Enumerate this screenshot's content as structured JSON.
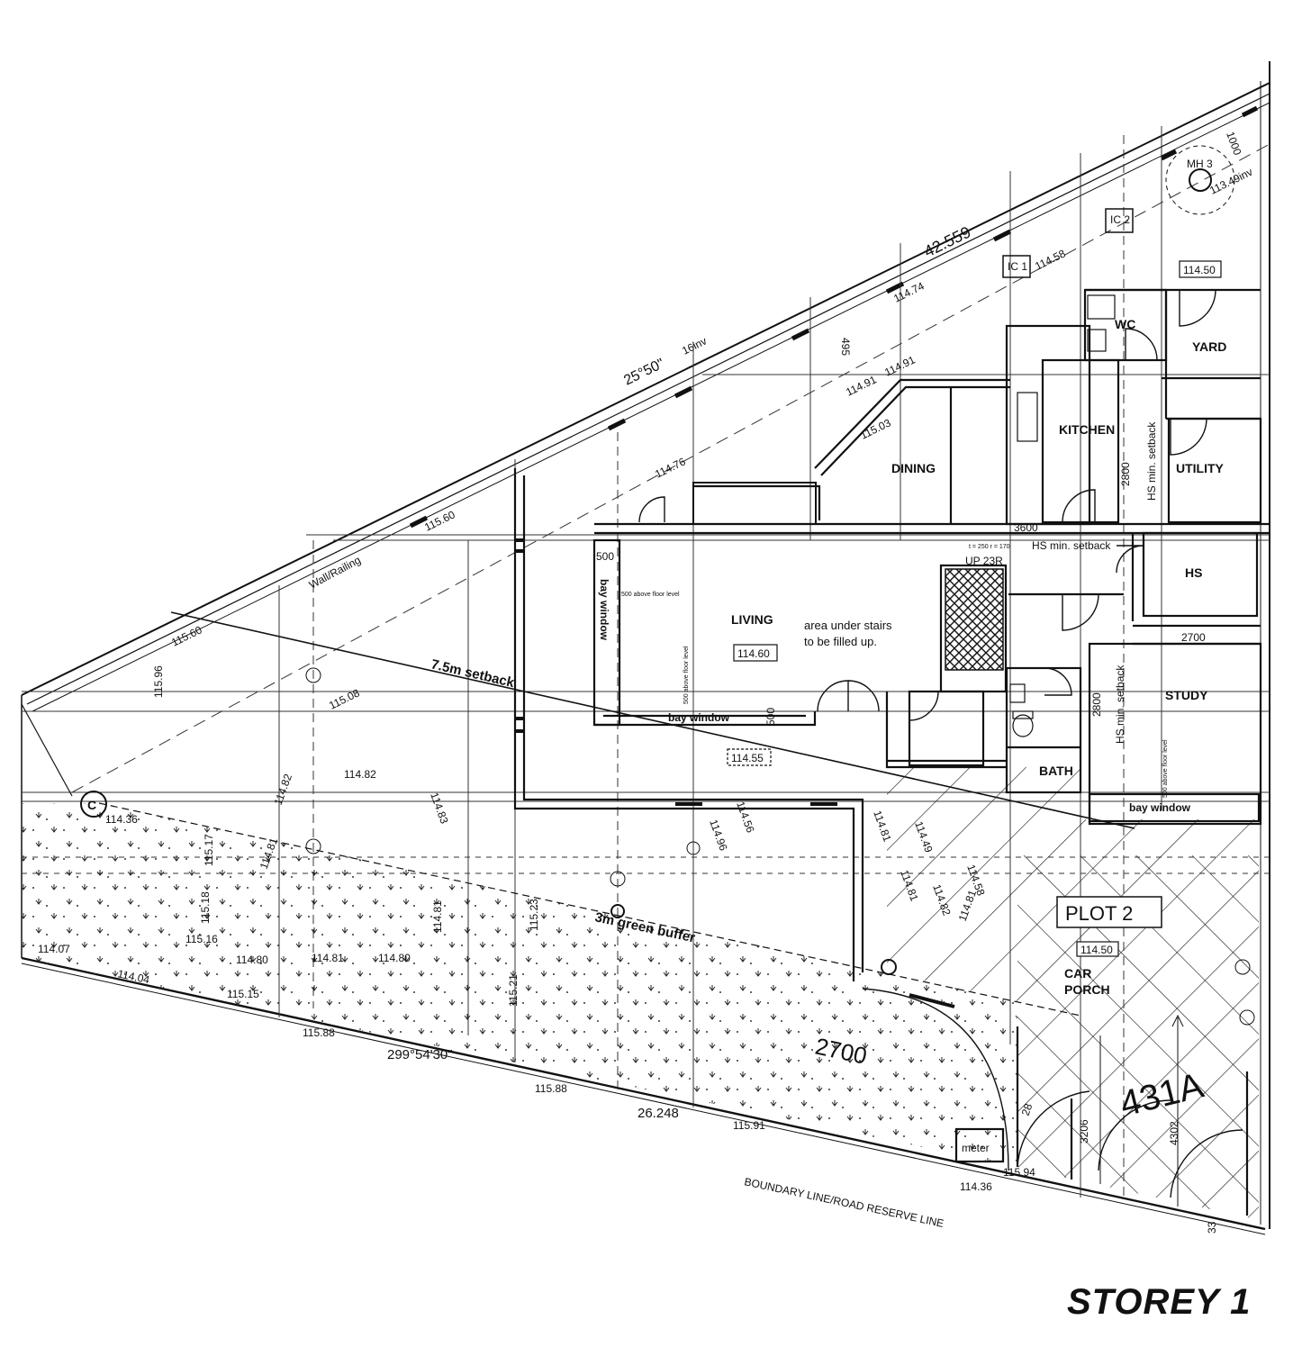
{
  "title": "STOREY 1",
  "rooms": {
    "wc": "WC",
    "yard": "YARD",
    "kitchen": "KITCHEN",
    "utility": "UTILITY",
    "dining": "DINING",
    "living": "LIVING",
    "hs": "HS",
    "study": "STUDY",
    "bath": "BATH",
    "car_porch_1": "CAR",
    "car_porch_2": "PORCH",
    "plot": "PLOT 2"
  },
  "labels": {
    "bay_window_vertical": "bay window",
    "bay_window_living": "bay window",
    "bay_window_study": "bay window",
    "setback_75": "7.5m setback",
    "green_buffer": "3m green buffer",
    "area_under_stairs_1": "area under stairs",
    "area_under_stairs_2": "to be filled up.",
    "hs_setback_top": "HS min. setback",
    "hs_setback_kitchen": "HS min. setback",
    "hs_setback_study": "HS min. setback",
    "up_23r": "UP 23R",
    "t_r": "t = 250  r = 170",
    "boundary_line": "BOUNDARY LINE/ROAD RESERVE LINE",
    "wall_railing": "Wall/Railing",
    "meter": "meter",
    "plot_number": "431A",
    "mh3": "MH 3",
    "ic1": "IC 1",
    "ic2": "IC 2",
    "above_floor_1": "500 above floor level",
    "above_floor_2": "500 above floor level",
    "above_floor_3": "500 above floor level",
    "inv_16": "16inv",
    "inv_1349": "113.49inv"
  },
  "levels": {
    "l11450_top": "114.50",
    "l11458": "114.58",
    "l11474": "114.74",
    "l11491a": "114.91",
    "l11491b": "114.91",
    "l11503": "115.03",
    "l11476": "114.76",
    "l11460": "114.60",
    "l11455": "114.55",
    "l11560a": "115.60",
    "l11560b": "115.60",
    "l11596": "115.96",
    "l11508": "115.08",
    "l11482": "114.82",
    "l11483": "114.83",
    "l11482b": "114.82",
    "l11436": "114.36",
    "l11517": "115.17",
    "l11518": "115.18",
    "l11516": "115.16",
    "l11480": "114.80",
    "l11481": "114.81",
    "l11480b": "114.80",
    "l11407": "114.07",
    "l11515": "115.15",
    "l11588a": "115.88",
    "l11588b": "115.88",
    "l11591": "115.91",
    "l11523": "115.23",
    "l11521": "115.21",
    "l11496": "114.96",
    "l11456": "114.56",
    "l11481b": "114.81",
    "l11449": "114.49",
    "l11481c": "114.81",
    "l11482c": "114.82",
    "l11458b": "114.58",
    "l11481d": "114.81",
    "l11450_porch": "114.50",
    "l11594": "115.94",
    "l11436b": "114.36",
    "l11481e": "114.81",
    "l11481f": "114.81",
    "l11444": "114.04"
  },
  "dimensions": {
    "d42559": "42.559",
    "d2550": "25°50\"",
    "d495": "495",
    "d1000": "1000",
    "d2800a": "2800",
    "d3600": "3600",
    "d500a": "500",
    "d500b": "500",
    "d2700": "2700",
    "d2800b": "2800",
    "d26248": "26.248",
    "d2995430": "299°54'30\"",
    "d2700c": "2700",
    "d3206": "3206",
    "d4302": "4302",
    "d28": "28",
    "d33": "33"
  }
}
